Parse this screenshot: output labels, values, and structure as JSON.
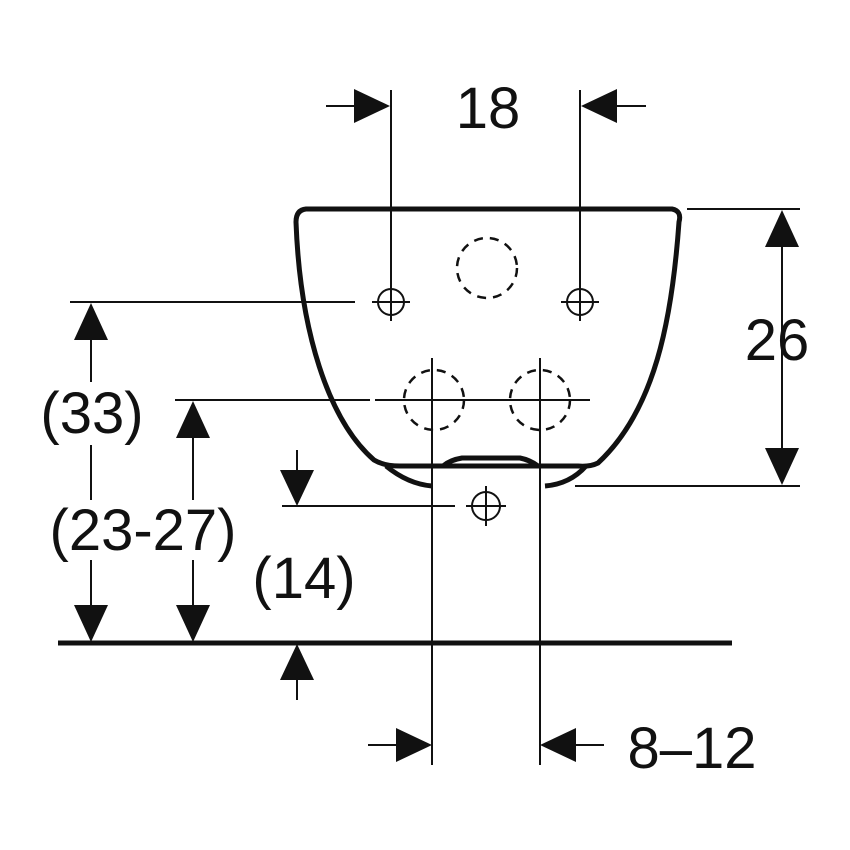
{
  "dimensions": {
    "top_width": "18",
    "height": "26",
    "upper_height": "(33)",
    "range_height": "(23-27)",
    "drain_height": "(14)",
    "drain_offset": "8–12"
  },
  "colors": {
    "ink": "#111111",
    "background": "#ffffff"
  }
}
